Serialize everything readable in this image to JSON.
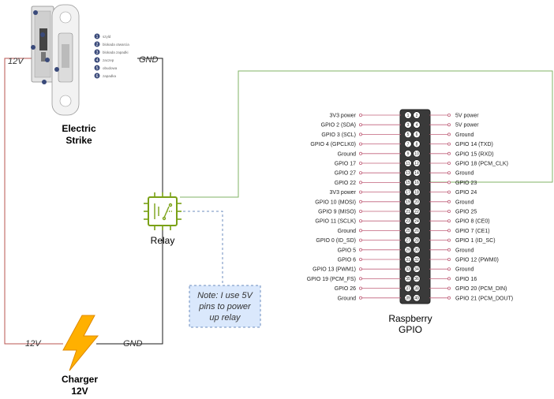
{
  "colors": {
    "red_wire": "#b85450",
    "black_wire": "#1a1a1a",
    "green_wire": "#82b366",
    "pink_line": "#c0607a",
    "note_fill": "#dae8fc",
    "note_border": "#6c8ebf",
    "relay_green": "#7aa116",
    "bolt_orange": "#ffb000"
  },
  "electric_strike": {
    "title": "Electric",
    "subtitle": "Strike",
    "legend": [
      "1",
      "2",
      "3",
      "4",
      "5",
      "6"
    ],
    "legend_labels": [
      "szyld",
      "blokada otwarcia",
      "blokada zapadki",
      "zaczep",
      "obudowa",
      "zapadka"
    ],
    "left_wire_label": "12V",
    "right_wire_label": "GND"
  },
  "relay": {
    "label": "Relay",
    "icon": "relay-chip-icon"
  },
  "charger": {
    "title": "Charger",
    "subtitle": "12V",
    "left_wire_label": "12V",
    "right_wire_label": "GND",
    "icon": "lightning-bolt-icon"
  },
  "note": {
    "lines": [
      "Note: I use 5V",
      "pins to power",
      "up relay"
    ]
  },
  "gpio": {
    "title": "Raspberry",
    "subtitle": "GPIO",
    "left_labels": [
      "3V3 power",
      "GPIO 2 (SDA)",
      "GPIO 3 (SCL)",
      "GPIO 4 (GPCLK0)",
      "Ground",
      "GPIO 17",
      "GPIO 27",
      "GPIO 22",
      "3V3 power",
      "GPIO 10 (MOSI)",
      "GPIO 9 (MISO)",
      "GPIO 11 (SCLK)",
      "Ground",
      "GPIO 0 (ID_SD)",
      "GPIO 5",
      "GPIO 6",
      "GPIO 13 (PWM1)",
      "GPIO 19 (PCM_FS)",
      "GPIO 26",
      "Ground"
    ],
    "right_labels": [
      "5V power",
      "5V power",
      "Ground",
      "GPIO 14 (TXD)",
      "GPIO 15 (RXD)",
      "GPIO 18 (PCM_CLK)",
      "Ground",
      "GPIO 23",
      "GPIO 24",
      "Ground",
      "GPIO 25",
      "GPIO 8 (CE0)",
      "GPIO 7 (CE1)",
      "GPIO 1 (ID_SC)",
      "Ground",
      "GPIO 12 (PWM0)",
      "Ground",
      "GPIO 16",
      "GPIO 20 (PCM_DIN)",
      "GPIO 21 (PCM_DOUT)"
    ],
    "left_pins": [
      "1",
      "3",
      "5",
      "7",
      "9",
      "11",
      "13",
      "15",
      "17",
      "19",
      "21",
      "23",
      "25",
      "27",
      "29",
      "31",
      "33",
      "35",
      "37",
      "39"
    ],
    "right_pins": [
      "2",
      "4",
      "6",
      "8",
      "10",
      "12",
      "14",
      "16",
      "18",
      "20",
      "22",
      "24",
      "26",
      "28",
      "30",
      "32",
      "34",
      "36",
      "38",
      "40"
    ]
  }
}
